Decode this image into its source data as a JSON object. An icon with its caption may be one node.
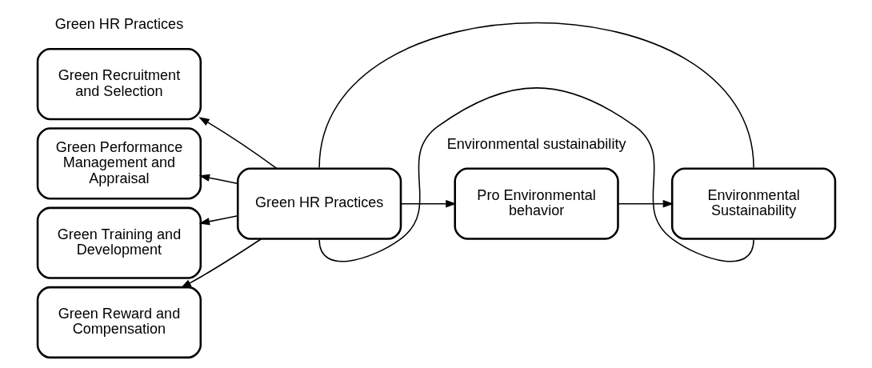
{
  "diagram": {
    "nodes": [
      {
        "text": [
          "Green Recruitment and Selection"
        ]
      },
      {
        "text": [
          "Green Performance Management and Appraisal"
        ]
      },
      {
        "text": [
          "Green Training and Development"
        ]
      },
      {
        "text": [
          "Green Reward and Compensation"
        ]
      },
      {
        "text": [
          "Green HR Practices"
        ]
      },
      {
        "text": [
          "Pro Environmental behavior"
        ]
      },
      {
        "text": [
          "Environmental Sustainability"
        ]
      }
    ],
    "edges": [
      {
        "from": 4,
        "to": 0,
        "arrow": "to"
      },
      {
        "from": 4,
        "to": 1,
        "arrow": "to"
      },
      {
        "from": 4,
        "to": 2,
        "arrow": "to"
      },
      {
        "from": 4,
        "to": 3,
        "arrow": "to"
      },
      {
        "from": 4,
        "to": 5,
        "arrow": "to"
      },
      {
        "from": 5,
        "to": 6,
        "arrow": "to"
      },
      {
        "from": 4,
        "to": 6,
        "arrow": "none"
      },
      {
        "from": 4,
        "to": 6,
        "arrow": "none"
      }
    ],
    "labels": [
      "Green HR Practices",
      "Environmental sustainability"
    ]
  }
}
